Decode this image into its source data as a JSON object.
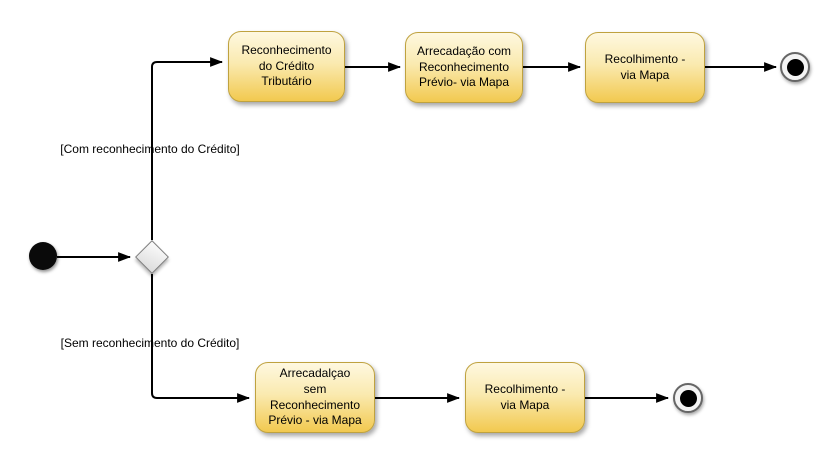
{
  "colors": {
    "background": "#ffffff",
    "activity_fill_top": "#fef8e0",
    "activity_fill_mid": "#faeab0",
    "activity_fill_bottom": "#f2c94f",
    "activity_border": "#bfa23f",
    "decision_fill": "#dcdcdc",
    "decision_border": "#7f7f7f",
    "final_ring": "#666666",
    "connector": "#000000"
  },
  "guards": {
    "top": "[Com reconhecimento do Crédito]",
    "bottom": "[Sem reconhecimento do Crédito]"
  },
  "activities": {
    "top_row": [
      {
        "label": "Reconhecimento\ndo Crédito\nTributário"
      },
      {
        "label": "Arrecadação com\nReconhecimento\nPrévio- via Mapa"
      },
      {
        "label": "Recolhimento -\nvia Mapa"
      }
    ],
    "bottom_row": [
      {
        "label": "Arrecadalçao\nsem\nReconhecimento\nPrévio - via Mapa"
      },
      {
        "label": "Recolhimento -\nvia Mapa"
      }
    ]
  },
  "nodes": {
    "initial": "initial-node",
    "decision": "decision-node",
    "final_top": "activity-final-node",
    "final_bottom": "activity-final-node"
  }
}
